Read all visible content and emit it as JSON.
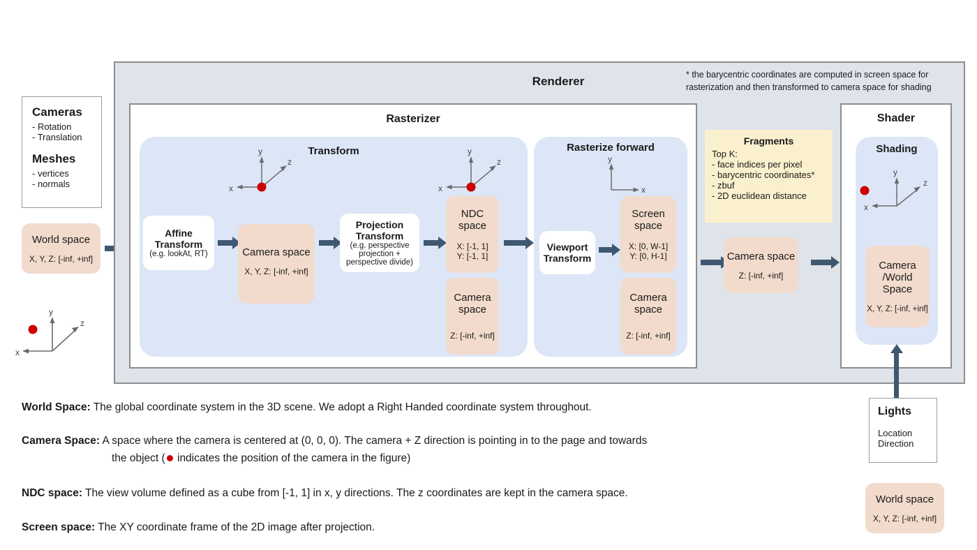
{
  "inputs": {
    "cameras_title": "Cameras",
    "cameras_items": [
      "- Rotation",
      "- Translation"
    ],
    "meshes_title": "Meshes",
    "meshes_items": [
      "- vertices",
      "- normals"
    ],
    "world_space": {
      "title": "World space",
      "range": "X, Y, Z: [-inf, +inf]"
    }
  },
  "renderer": {
    "title": "Renderer",
    "footnote": "* the barycentric coordinates are computed in screen space for rasterization and then transformed to camera space for shading",
    "rasterizer": {
      "title": "Rasterizer",
      "transform": {
        "title": "Transform",
        "affine": {
          "title_line1": "Affine",
          "title_line2": "Transform",
          "sub": "(e.g. lookAt, RT)"
        },
        "camera_space": {
          "title": "Camera space",
          "range": "X, Y, Z: [-inf, +inf]"
        },
        "projection": {
          "title_line1": "Projection",
          "title_line2": "Transform",
          "sub_line1": "(e.g. perspective",
          "sub_line2": "projection +",
          "sub_line3": "perspective divide)"
        },
        "ndc_space": {
          "title_line1": "NDC",
          "title_line2": "space",
          "range_x": "X: [-1, 1]",
          "range_y": "Y: [-1, 1]"
        },
        "camera_space_z": {
          "title_line1": "Camera",
          "title_line2": "space",
          "range_z": "Z: [-inf, +inf]"
        }
      },
      "rasterize_forward": {
        "title": "Rasterize forward",
        "viewport": {
          "title_line1": "Viewport",
          "title_line2": "Transform"
        },
        "screen_space": {
          "title_line1": "Screen",
          "title_line2": "space",
          "range_x": "X: [0, W-1]",
          "range_y": "Y: [0,  H-1]"
        },
        "camera_space_z": {
          "title_line1": "Camera",
          "title_line2": "space",
          "range_z": "Z: [-inf, +inf]"
        }
      }
    },
    "fragments": {
      "title": "Fragments",
      "subtitle": "Top K:",
      "items": [
        "- face indices per pixel",
        "- barycentric coordinates*",
        "- zbuf",
        "- 2D euclidean distance"
      ]
    },
    "camera_space_mid": {
      "title": "Camera space",
      "range": "Z: [-inf, +inf]"
    },
    "shader": {
      "title": "Shader",
      "shading_title": "Shading",
      "camera_world_space": {
        "title_line1": "Camera",
        "title_line2": "/World",
        "title_line3": "Space",
        "range": "X, Y, Z: [-inf, +inf]"
      }
    }
  },
  "lights": {
    "title": "Lights",
    "items": [
      "Location",
      "Direction"
    ]
  },
  "world_space_out": {
    "title": "World space",
    "range": "X, Y, Z: [-inf, +inf]"
  },
  "axis_labels": {
    "x": "x",
    "y": "y",
    "z": "z"
  },
  "legend": [
    {
      "term": "World Space:",
      "text": "The global coordinate system in the 3D scene. We adopt a Right Handed coordinate system throughout."
    },
    {
      "term": "Camera Space:",
      "text": "A space where the camera is centered at (0, 0, 0). The camera + Z direction is pointing in to the page and towards"
    },
    {
      "term": "",
      "text_pre": "the object (",
      "text_post": " indicates the position of the camera in the figure)"
    },
    {
      "term": "NDC space:",
      "text": "The view volume defined as a cube from [-1, 1] in x, y directions. The z coordinates are kept in the camera space."
    },
    {
      "term": "Screen space:",
      "text": "The XY coordinate frame of the 2D image after projection."
    }
  ],
  "colors": {
    "peach": "#f2dbcc",
    "light_blue": "#dce6f7",
    "renderer_gray": "#dfe3ea",
    "cream": "#faf0cd",
    "arrow": "#3f5871",
    "camera_dot": "#cc0000"
  }
}
